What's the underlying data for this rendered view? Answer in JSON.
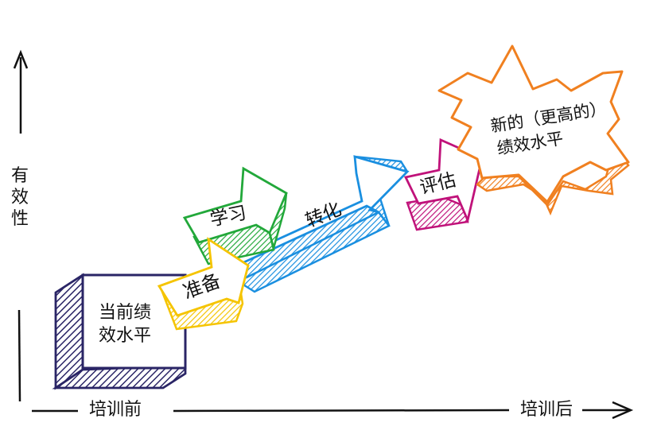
{
  "axis": {
    "y_label": "有效性",
    "x_start_label": "培训前",
    "x_end_label": "培训后"
  },
  "stages": {
    "current": {
      "line1": "当前绩",
      "line2": "效水平",
      "color": "#2a2566"
    },
    "prepare": {
      "label": "准备",
      "color": "#f5c400"
    },
    "learn": {
      "label": "学习",
      "color": "#22a83a"
    },
    "transfer": {
      "label": "转化",
      "color": "#1a8fe0"
    },
    "evaluate": {
      "label": "评估",
      "color": "#c0127a"
    },
    "new_level": {
      "line1": "新的（更高的）",
      "line2": "绩效水平",
      "color": "#f08020"
    }
  }
}
